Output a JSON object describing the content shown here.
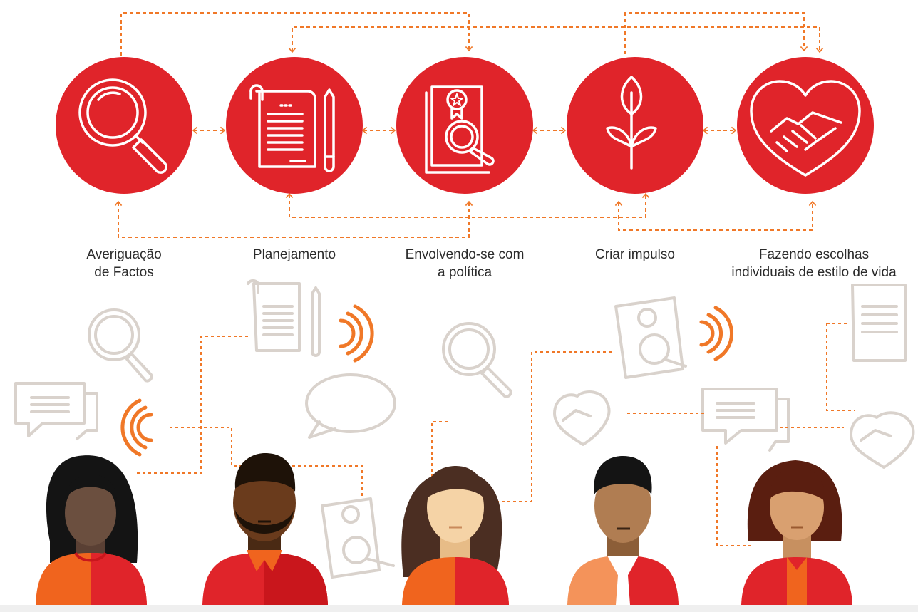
{
  "diagram": {
    "stages": [
      {
        "id": "fact-finding",
        "label": "Averiguação\nde Factos",
        "icon": "magnifier-icon"
      },
      {
        "id": "planning",
        "label": "Planejamento",
        "icon": "document-pencil-icon"
      },
      {
        "id": "policy",
        "label": "Envolvendo-se com\na política",
        "icon": "certificate-magnifier-icon"
      },
      {
        "id": "momentum",
        "label": "Criar impulso",
        "icon": "sprout-icon"
      },
      {
        "id": "lifestyle",
        "label": "Fazendo escolhas\nindividuais de estilo de vida",
        "icon": "heart-handshake-icon"
      }
    ]
  },
  "colors": {
    "circle": "#e0242a",
    "connector": "#f07828",
    "muted_icon": "#d9d2cc",
    "label_text": "#2b2b2b"
  },
  "people": [
    {
      "name": "person-1",
      "hair": "long-black",
      "skin": "#6b4f3f"
    },
    {
      "name": "person-2",
      "hair": "short-black-beard",
      "skin": "#6a3b1c"
    },
    {
      "name": "person-3",
      "hair": "long-brown",
      "skin": "#f5d3a6"
    },
    {
      "name": "person-4",
      "hair": "short-black-tie",
      "skin": "#b07d52"
    },
    {
      "name": "person-5",
      "hair": "bob-brown",
      "skin": "#d9a070"
    }
  ]
}
